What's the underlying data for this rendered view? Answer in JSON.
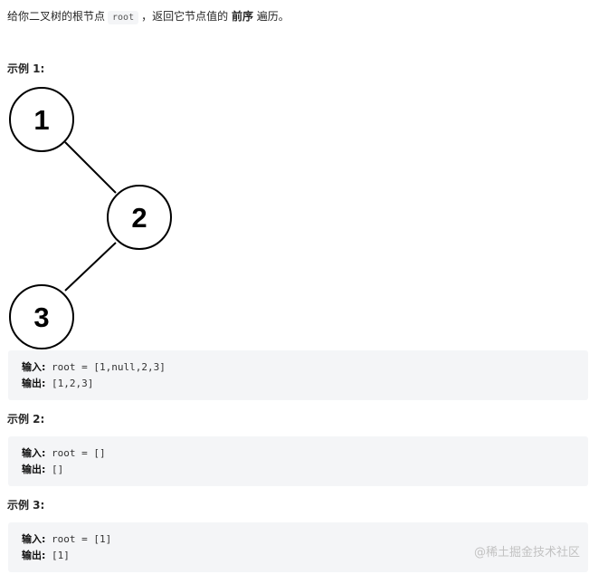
{
  "intro": {
    "prefix": "给你二叉树的根节点",
    "code": "root",
    "middle": "，返回它节点值的",
    "bold": "前序",
    "suffix": "遍历。"
  },
  "examples": [
    {
      "title": "示例 1:",
      "input_label": "输入:",
      "input": "root = [1,null,2,3]",
      "output_label": "输出:",
      "output": "[1,2,3]"
    },
    {
      "title": "示例 2:",
      "input_label": "输入:",
      "input": "root = []",
      "output_label": "输出:",
      "output": "[]"
    },
    {
      "title": "示例 3:",
      "input_label": "输入:",
      "input": "root = [1]",
      "output_label": "输出:",
      "output": "[1]"
    }
  ],
  "tree": {
    "nodes": [
      "1",
      "2",
      "3"
    ]
  },
  "watermark": "@稀土掘金技术社区"
}
